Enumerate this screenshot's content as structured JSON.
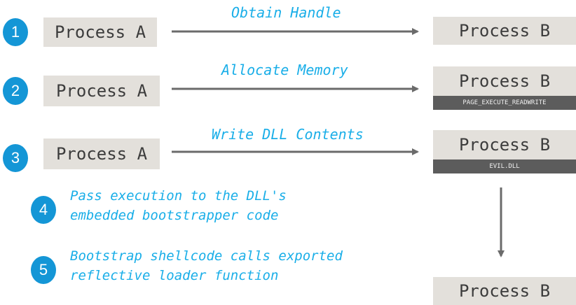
{
  "steps": [
    {
      "number": "1",
      "action": "Obtain Handle",
      "source": "Process A",
      "target": "Process B",
      "target_tag": ""
    },
    {
      "number": "2",
      "action": "Allocate Memory",
      "source": "Process A",
      "target": "Process B",
      "target_tag": "PAGE_EXECUTE_READWRITE"
    },
    {
      "number": "3",
      "action": "Write DLL Contents",
      "source": "Process A",
      "target": "Process B",
      "target_tag": "EVIL.DLL"
    },
    {
      "number": "4",
      "line1": "Pass execution to the DLL's",
      "line2": "embedded bootstrapper code"
    },
    {
      "number": "5",
      "line1": "Bootstrap shellcode calls exported",
      "line2": "reflective loader function"
    }
  ],
  "final_target": "Process B",
  "colors": {
    "accent": "#1496d6",
    "label_text": "#19aee8",
    "box_fill": "#e3e0db",
    "box_text": "#3c3c3c",
    "strip_fill": "#5c5c5c",
    "arrow": "#6b6b6b"
  }
}
